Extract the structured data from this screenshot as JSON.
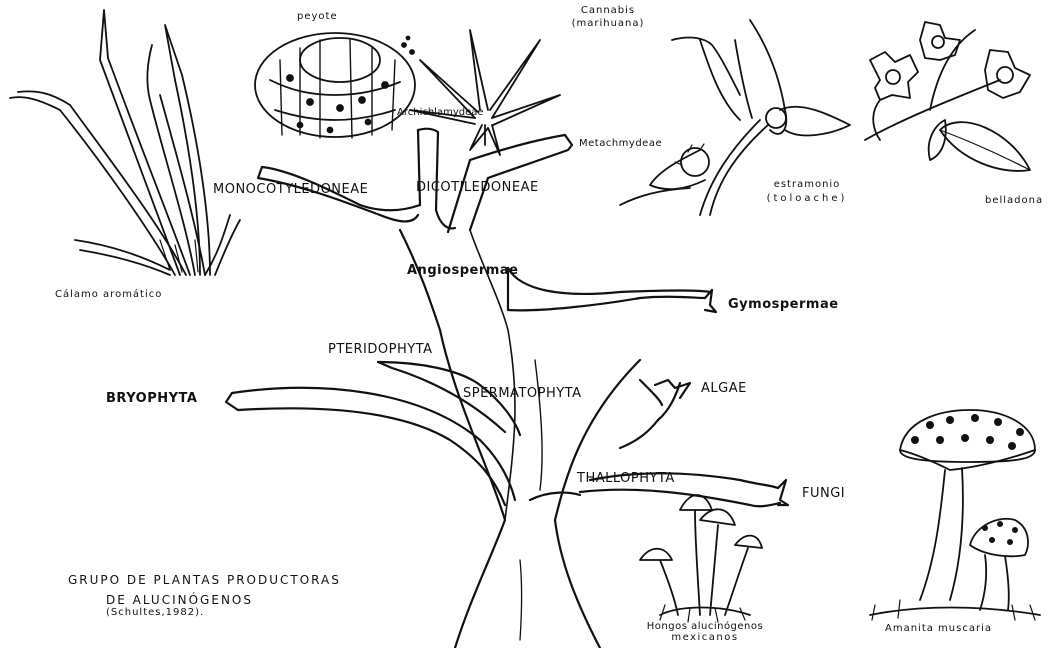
{
  "title": {
    "line1": "GRUPO DE PLANTAS PRODUCTORAS",
    "line2": "DE ALUCINÓGENOS",
    "line3": "(Schultes,1982)."
  },
  "tree_labels": {
    "monocotyledoneae": "MONOCOTYLEDONEAE",
    "dicotiledoneae": "DICOTILEDONEAE",
    "archichlamydeae": "Archichlamydeae",
    "metachmydeae": "Metachmydeae",
    "angiospermae": "Angiospermae",
    "gymospermae": "Gymospermae",
    "pteridophyta": "PTERIDOPHYTA",
    "bryophyta": "BRYOPHYTA",
    "spermatophyta": "SPERMATOPHYTA",
    "algae": "ALGAE",
    "thallophyta": "THALLOPHYTA",
    "fungi": "FUNGI"
  },
  "plants": {
    "peyote": "peyote",
    "cannabis_line1": "Cannabis",
    "cannabis_line2": "(marihuana)",
    "calamo": "Cálamo aromático",
    "estramonio_line1": "estramonio",
    "estramonio_line2": "(toloache)",
    "belladona": "belladona",
    "hongos_line1": "Hongos alucinógenos",
    "hongos_line2": "mexicanos",
    "amanita": "Amanita muscaria"
  }
}
